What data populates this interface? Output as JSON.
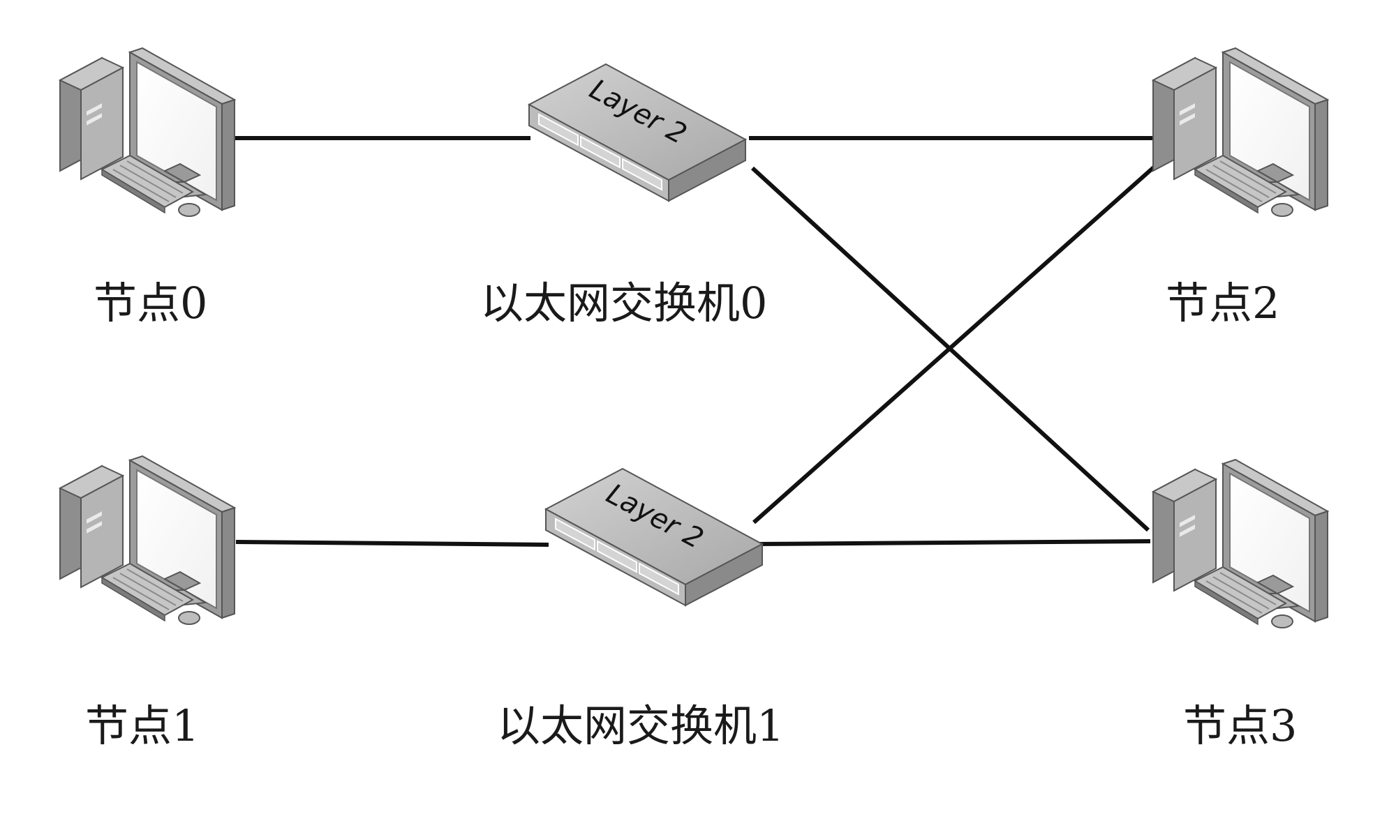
{
  "nodes": [
    {
      "id": "node0",
      "label": "节点0"
    },
    {
      "id": "node1",
      "label": "节点1"
    },
    {
      "id": "node2",
      "label": "节点2"
    },
    {
      "id": "node3",
      "label": "节点3"
    }
  ],
  "switches": [
    {
      "id": "switch0",
      "label": "以太网交换机0",
      "device_text": "Layer 2"
    },
    {
      "id": "switch1",
      "label": "以太网交换机1",
      "device_text": "Layer 2"
    }
  ],
  "links": [
    {
      "from": "node0",
      "to": "switch0"
    },
    {
      "from": "switch0",
      "to": "node2"
    },
    {
      "from": "switch0",
      "to": "node3"
    },
    {
      "from": "node1",
      "to": "switch1"
    },
    {
      "from": "switch1",
      "to": "node2"
    },
    {
      "from": "switch1",
      "to": "node3"
    }
  ],
  "colors": {
    "line": "#111111",
    "device_light": "#e8e8e8",
    "device_mid": "#b4b4b4",
    "device_dark": "#7a7a7a"
  },
  "icons": {
    "node": "desktop-computer-icon",
    "switch": "layer2-switch-icon"
  }
}
